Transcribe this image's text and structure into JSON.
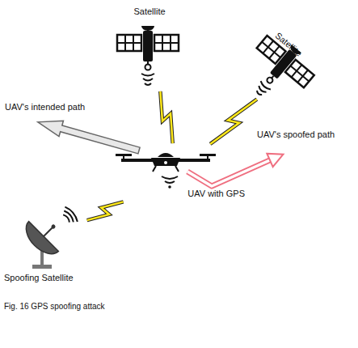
{
  "diagram": {
    "caption": "Fig. 16 GPS spoofing attack",
    "nodes": [
      {
        "text": [
          "Satellite"
        ]
      },
      {
        "text": [
          "Satellite"
        ]
      },
      {
        "text": [
          "UAV with GPS"
        ]
      },
      {
        "text": [
          "Spoofing Satellite"
        ]
      }
    ],
    "edges": [
      {
        "from": 0,
        "to": 2,
        "arrow": "none"
      },
      {
        "from": 1,
        "to": 2,
        "arrow": "none"
      },
      {
        "from": 3,
        "to": 2,
        "arrow": "none"
      }
    ],
    "labels": [
      "UAV's intended path",
      "UAV's spoofed path"
    ]
  }
}
